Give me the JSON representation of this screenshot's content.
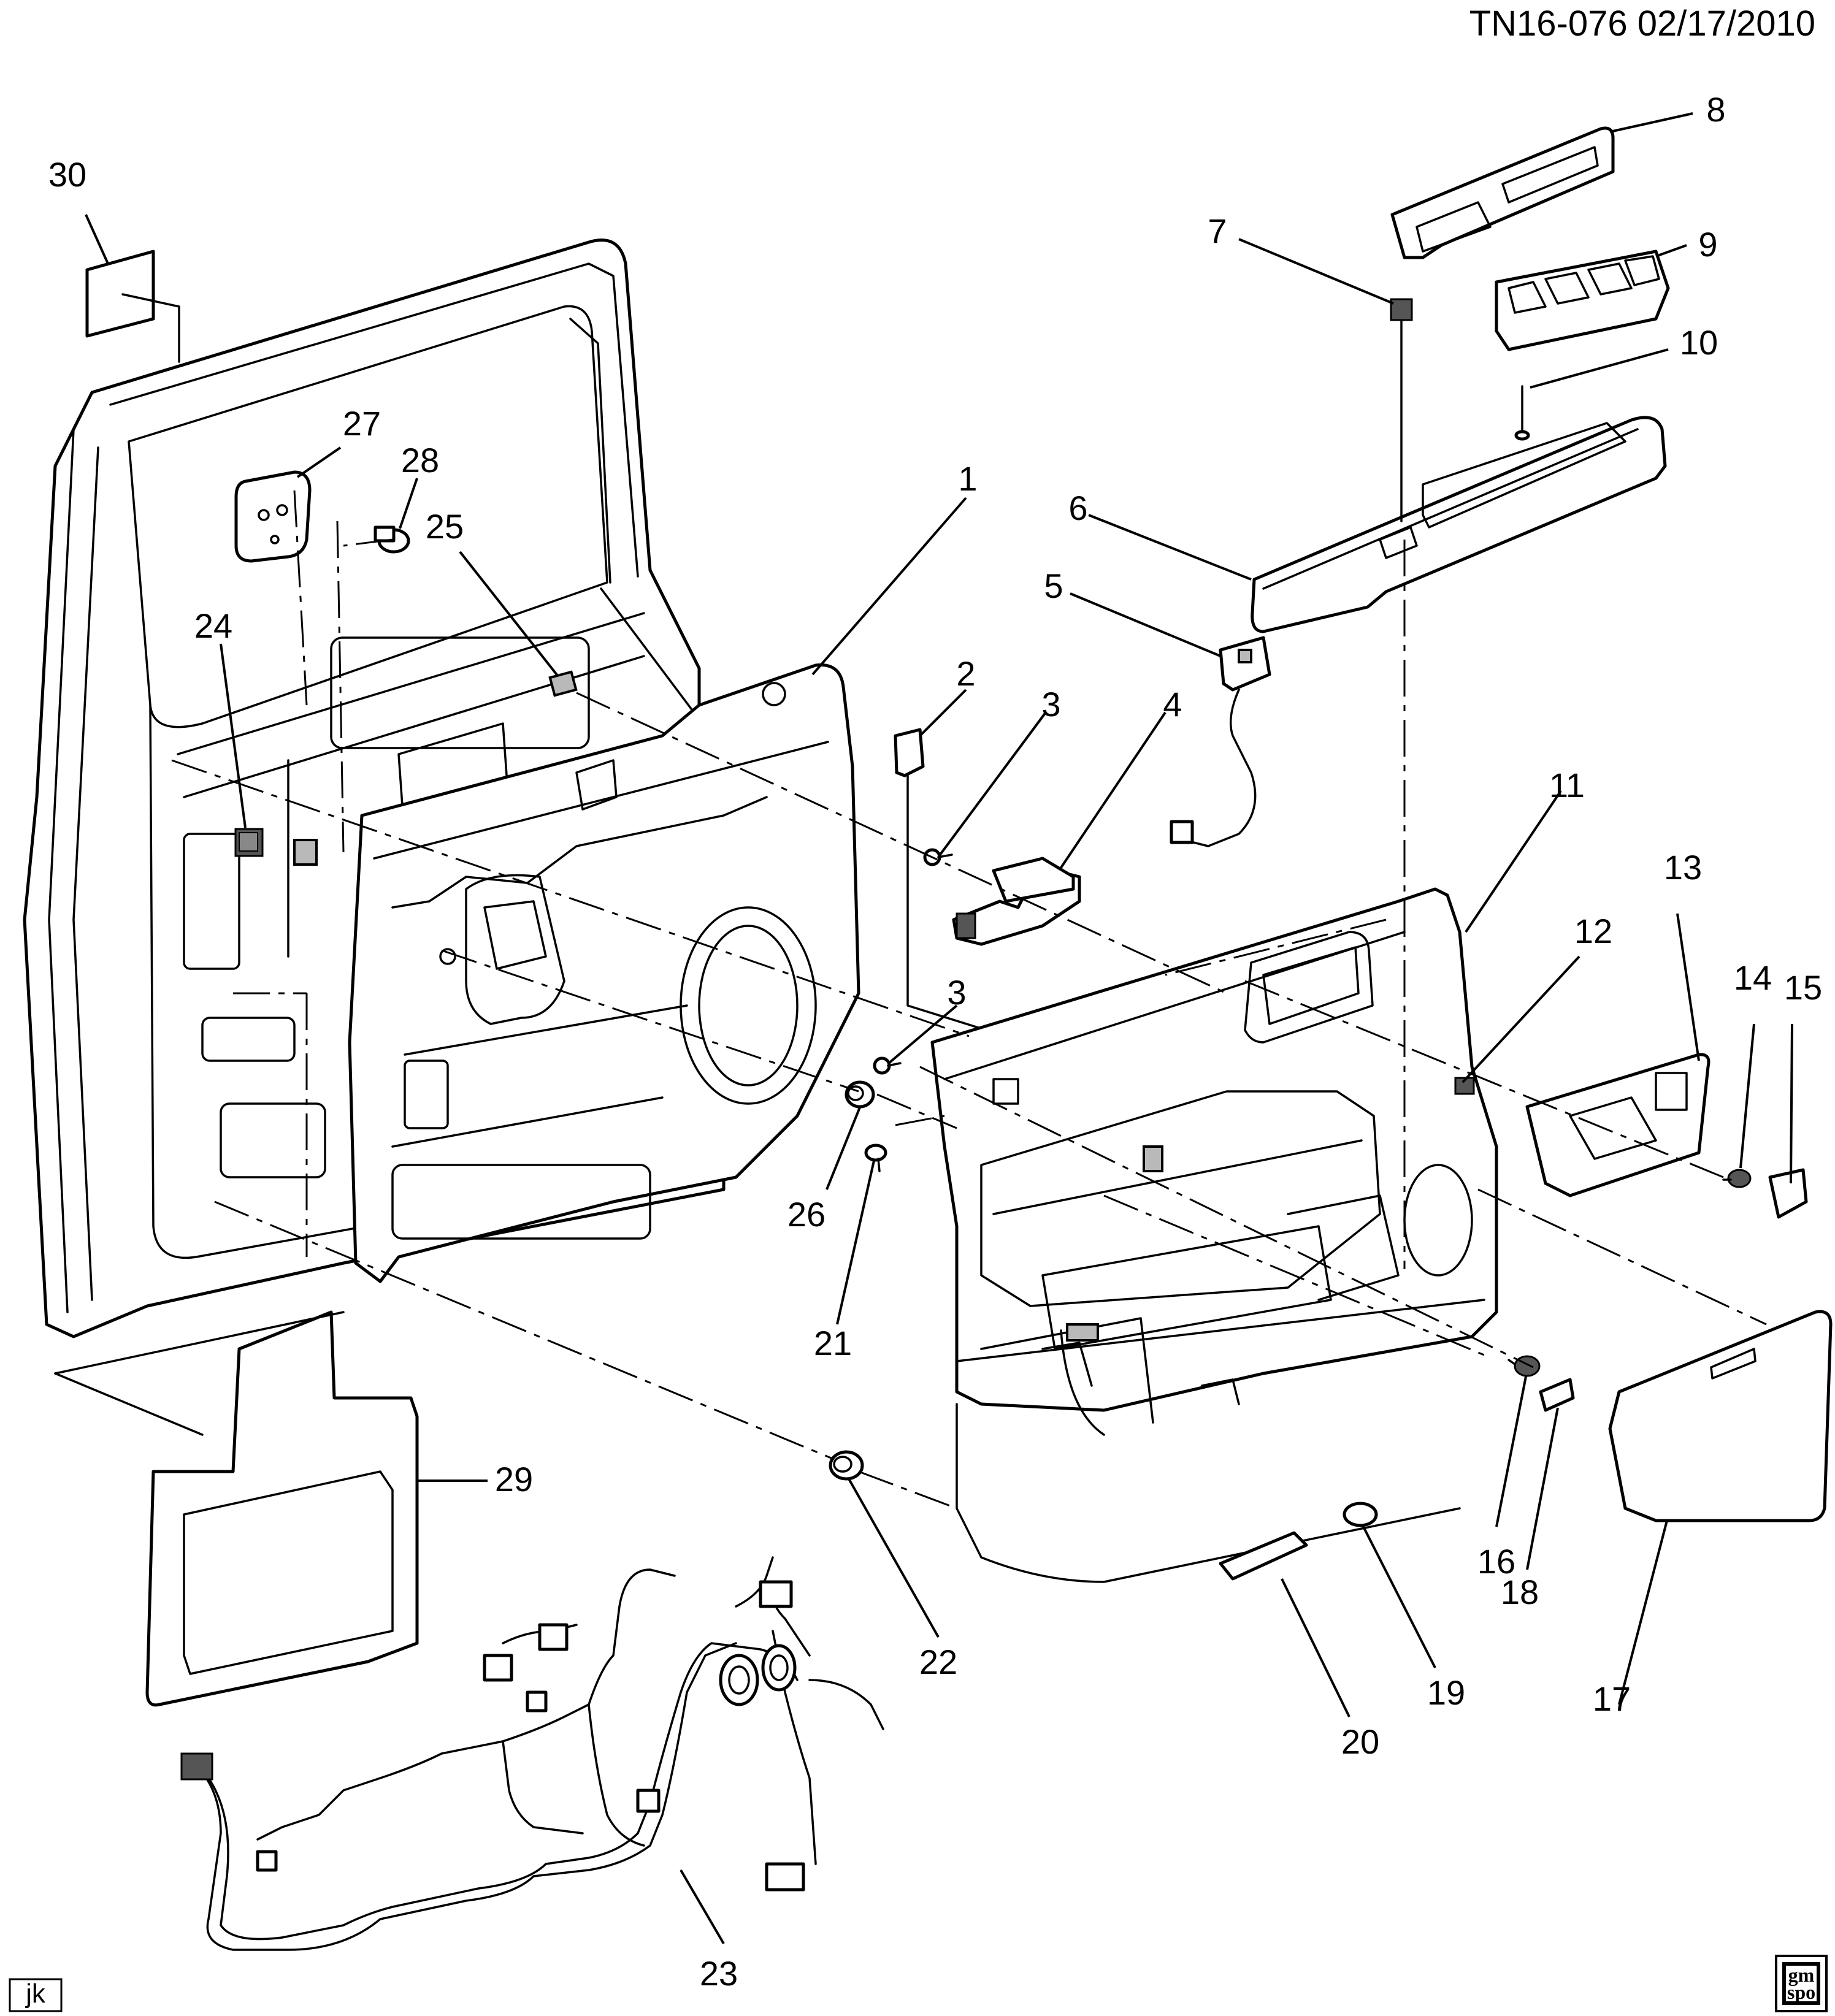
{
  "header": {
    "drawing_id": "TN16-076  02/17/2010"
  },
  "footer": {
    "author_initials": "jk",
    "logo_line1": "gm",
    "logo_line2": "spo"
  },
  "callouts": {
    "c1": "1",
    "c2": "2",
    "c3a": "3",
    "c3b": "3",
    "c4": "4",
    "c5": "5",
    "c6": "6",
    "c7": "7",
    "c8": "8",
    "c9": "9",
    "c10": "10",
    "c11": "11",
    "c12": "12",
    "c13": "13",
    "c14": "14",
    "c15": "15",
    "c16": "16",
    "c17": "17",
    "c18": "18",
    "c19": "19",
    "c20": "20",
    "c21": "21",
    "c22": "22",
    "c23": "23",
    "c24": "24",
    "c25": "25",
    "c26": "26",
    "c27": "27",
    "c28": "28",
    "c29": "29",
    "c30": "30"
  }
}
